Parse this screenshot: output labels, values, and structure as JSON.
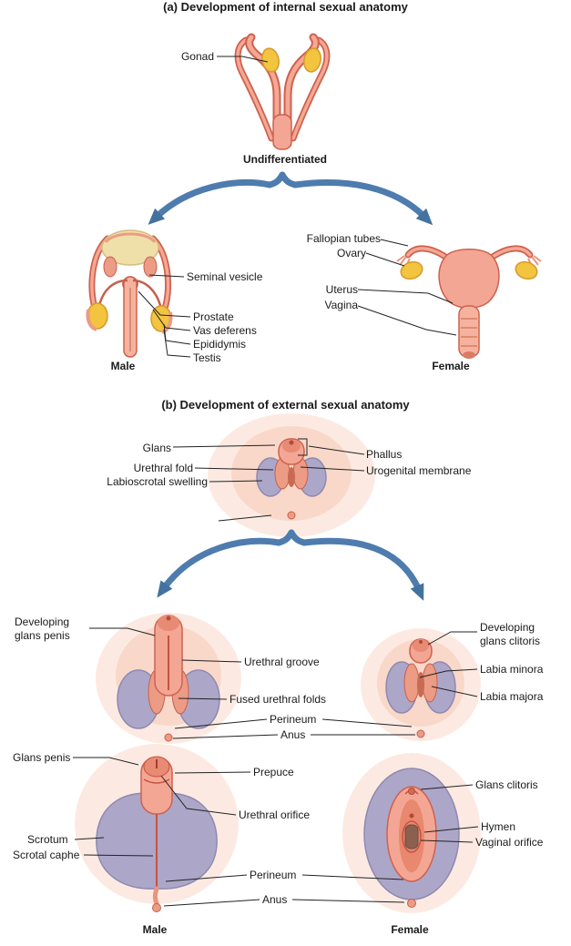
{
  "figure": {
    "section_a": {
      "title": "(a) Development of internal sexual anatomy",
      "undifferentiated": {
        "gonad_label": "Gonad",
        "caption": "Undifferentiated"
      },
      "male": {
        "labels": [
          "Seminal vesicle",
          "Prostate",
          "Vas deferens",
          "Epididymis",
          "Testis"
        ],
        "caption": "Male"
      },
      "female": {
        "labels": [
          "Fallopian tubes",
          "Ovary",
          "Uterus",
          "Vagina"
        ],
        "caption": "Female"
      }
    },
    "section_b": {
      "title": "(b) Development of external sexual anatomy",
      "undifferentiated": {
        "left_labels": [
          "Glans",
          "Urethral fold",
          "Labioscrotal swelling"
        ],
        "right_labels": [
          "Phallus",
          "Urogenital membrane"
        ]
      },
      "developing": {
        "male_label": "Developing glans penis",
        "shared_labels": [
          "Urethral groove",
          "Fused urethral folds",
          "Perineum",
          "Anus"
        ],
        "female_labels": [
          "Developing glans clitoris",
          "Labia minora",
          "Labia majora"
        ]
      },
      "adult": {
        "male_labels": [
          "Glans penis",
          "Scrotum",
          "Scrotal caphe"
        ],
        "shared_labels": [
          "Prepuce",
          "Urethral orifice",
          "Perineum",
          "Anus"
        ],
        "female_labels": [
          "Glans clitoris",
          "Hymen",
          "Vaginal orifice"
        ],
        "male_caption": "Male",
        "female_caption": "Female"
      }
    },
    "colors": {
      "pink_main": "#F3A693",
      "pink_light": "#F9D8CA",
      "pink_outline": "#CE614F",
      "gonad_yellow": "#F2C440",
      "swelling_purple": "#ACA7C9",
      "arrow_blue": "#4E7CAE",
      "text": "#1A1A1A",
      "background": "#FFFFFF"
    }
  }
}
